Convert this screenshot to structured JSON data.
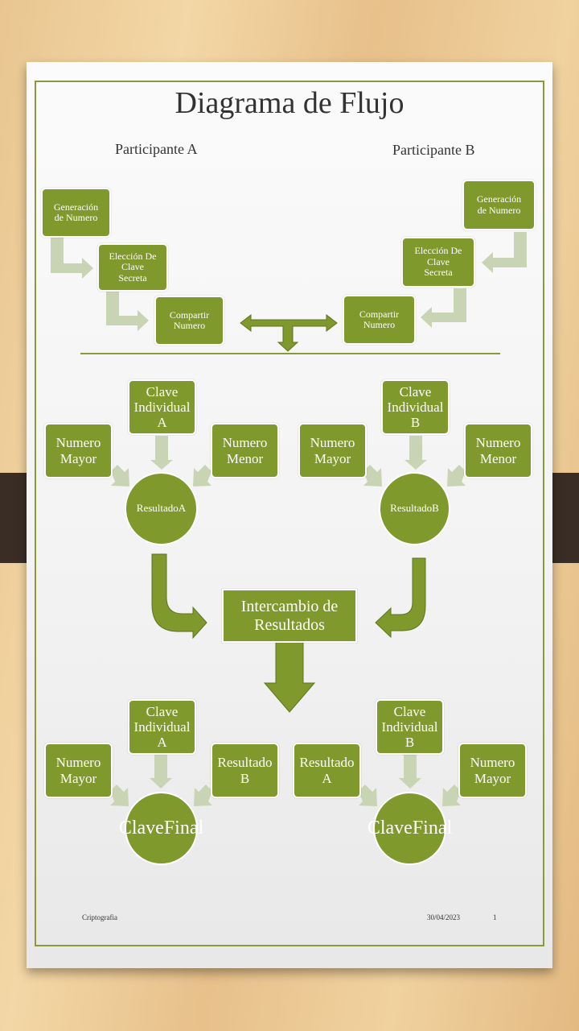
{
  "title": "Diagrama de Flujo",
  "participants": {
    "a": "Participante A",
    "b": "Participante B"
  },
  "top_a": {
    "gen": [
      "Generación",
      "de Numero"
    ],
    "elec": [
      "Elección De",
      "Clave",
      "Secreta"
    ],
    "comp": [
      "Compartir",
      "Numero"
    ]
  },
  "top_b": {
    "gen": [
      "Generación",
      "de Numero"
    ],
    "elec": [
      "Elección De",
      "Clave",
      "Secreta"
    ],
    "comp": [
      "Compartir",
      "Numero"
    ]
  },
  "mid_a": {
    "clave": [
      "Clave",
      "Individual",
      "A"
    ],
    "mayor": [
      "Numero",
      "Mayor"
    ],
    "menor": [
      "Numero",
      "Menor"
    ],
    "resultado": [
      "Resultado",
      "A"
    ]
  },
  "mid_b": {
    "clave": [
      "Clave",
      "Individual",
      "B"
    ],
    "mayor": [
      "Numero",
      "Mayor"
    ],
    "menor": [
      "Numero",
      "Menor"
    ],
    "resultado": [
      "Resultado",
      "B"
    ]
  },
  "exchange": [
    "Intercambio de",
    "Resultados"
  ],
  "bot_a": {
    "clave": [
      "Clave",
      "Individual",
      "A"
    ],
    "mayor": [
      "Numero",
      "Mayor"
    ],
    "resultado": [
      "Resultado",
      "B"
    ],
    "final": [
      "Clave",
      "Final"
    ]
  },
  "bot_b": {
    "clave": [
      "Clave",
      "Individual",
      "B"
    ],
    "resultado": [
      "Resultado",
      "A"
    ],
    "mayor": [
      "Numero",
      "Mayor"
    ],
    "final": [
      "Clave",
      "Final"
    ]
  },
  "footer": {
    "left": "Criptografia",
    "date": "30/04/2023",
    "page": "1"
  },
  "colors": {
    "node": "#7f992d",
    "connector": "#c9d4b4",
    "line": "#8a9a3a"
  }
}
